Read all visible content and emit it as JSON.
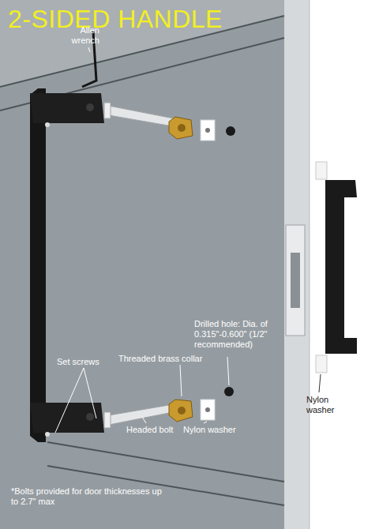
{
  "diagram": {
    "title": "2-SIDED HANDLE",
    "labels": [
      "Allen wrench",
      "Drilled hole: Dia. of 0.315\"-0.600\" (1/2\" recommended)",
      "Set screws",
      "Threaded brass collar",
      "Headed bolt",
      "Nylon washer",
      "Nylon washer",
      "*Bolts provided for door thicknesses up to 2.7\" max"
    ]
  }
}
